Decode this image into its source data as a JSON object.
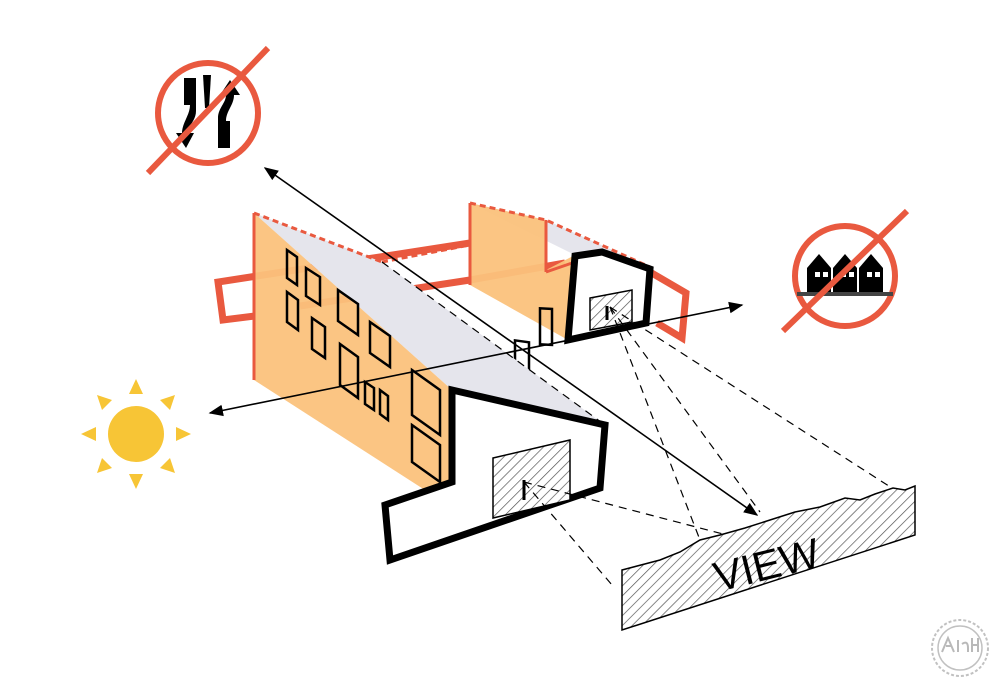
{
  "labels": {
    "view": "VIEW"
  },
  "icons": {
    "no_traffic": "no-two-way-traffic-icon",
    "no_houses": "no-neighbouring-houses-icon",
    "sun": "sun-icon",
    "watermark": "archdaily-watermark-logo",
    "watermark_text": "ArchDaily"
  },
  "colors": {
    "prohibition_red": "#e9593f",
    "facade_orange": "#fbc27c",
    "roof_grey": "#e5e5ec",
    "sun_yellow": "#f7c536",
    "outline_black": "#000000",
    "view_hatch": "#555555"
  }
}
